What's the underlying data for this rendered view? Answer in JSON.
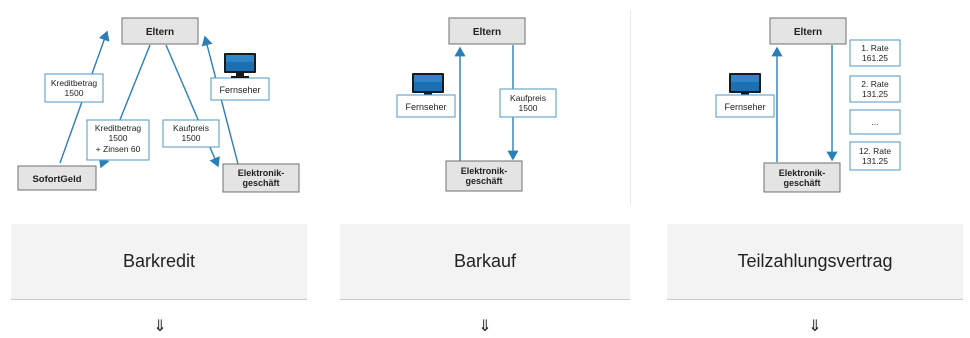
{
  "panels": [
    {
      "label": "Barkredit",
      "arrow": "⇓",
      "nodes": {
        "eltern": "Eltern",
        "fernseher": "Fernseher",
        "sofortgeld": "SofortGeld",
        "elektronik_1": "Elektronik-",
        "elektronik_2": "geschäft",
        "kredit_1_line1": "Kreditbetrag",
        "kredit_1_line2": "1500",
        "kredit_2_line1": "Kreditbetrag",
        "kredit_2_line2": "1500",
        "kredit_2_line3": "+ Zinsen 60",
        "kaufpreis_line1": "Kaufpreis",
        "kaufpreis_line2": "1500"
      }
    },
    {
      "label": "Barkauf",
      "arrow": "⇓",
      "nodes": {
        "eltern": "Eltern",
        "fernseher": "Fernseher",
        "elektronik_1": "Elektronik-",
        "elektronik_2": "geschäft",
        "kaufpreis_line1": "Kaufpreis",
        "kaufpreis_line2": "1500"
      }
    },
    {
      "label": "Teilzahlungsvertrag",
      "arrow": "⇓",
      "nodes": {
        "eltern": "Eltern",
        "fernseher": "Fernseher",
        "elektronik_1": "Elektronik-",
        "elektronik_2": "geschäft",
        "rates": [
          {
            "line1": "1. Rate",
            "line2": "161.25"
          },
          {
            "line1": "2. Rate",
            "line2": "131.25"
          },
          {
            "line1": "...",
            "line2": ""
          },
          {
            "line1": "12. Rate",
            "line2": "131.25"
          }
        ]
      }
    }
  ],
  "icons": {
    "tv": "television-icon"
  }
}
